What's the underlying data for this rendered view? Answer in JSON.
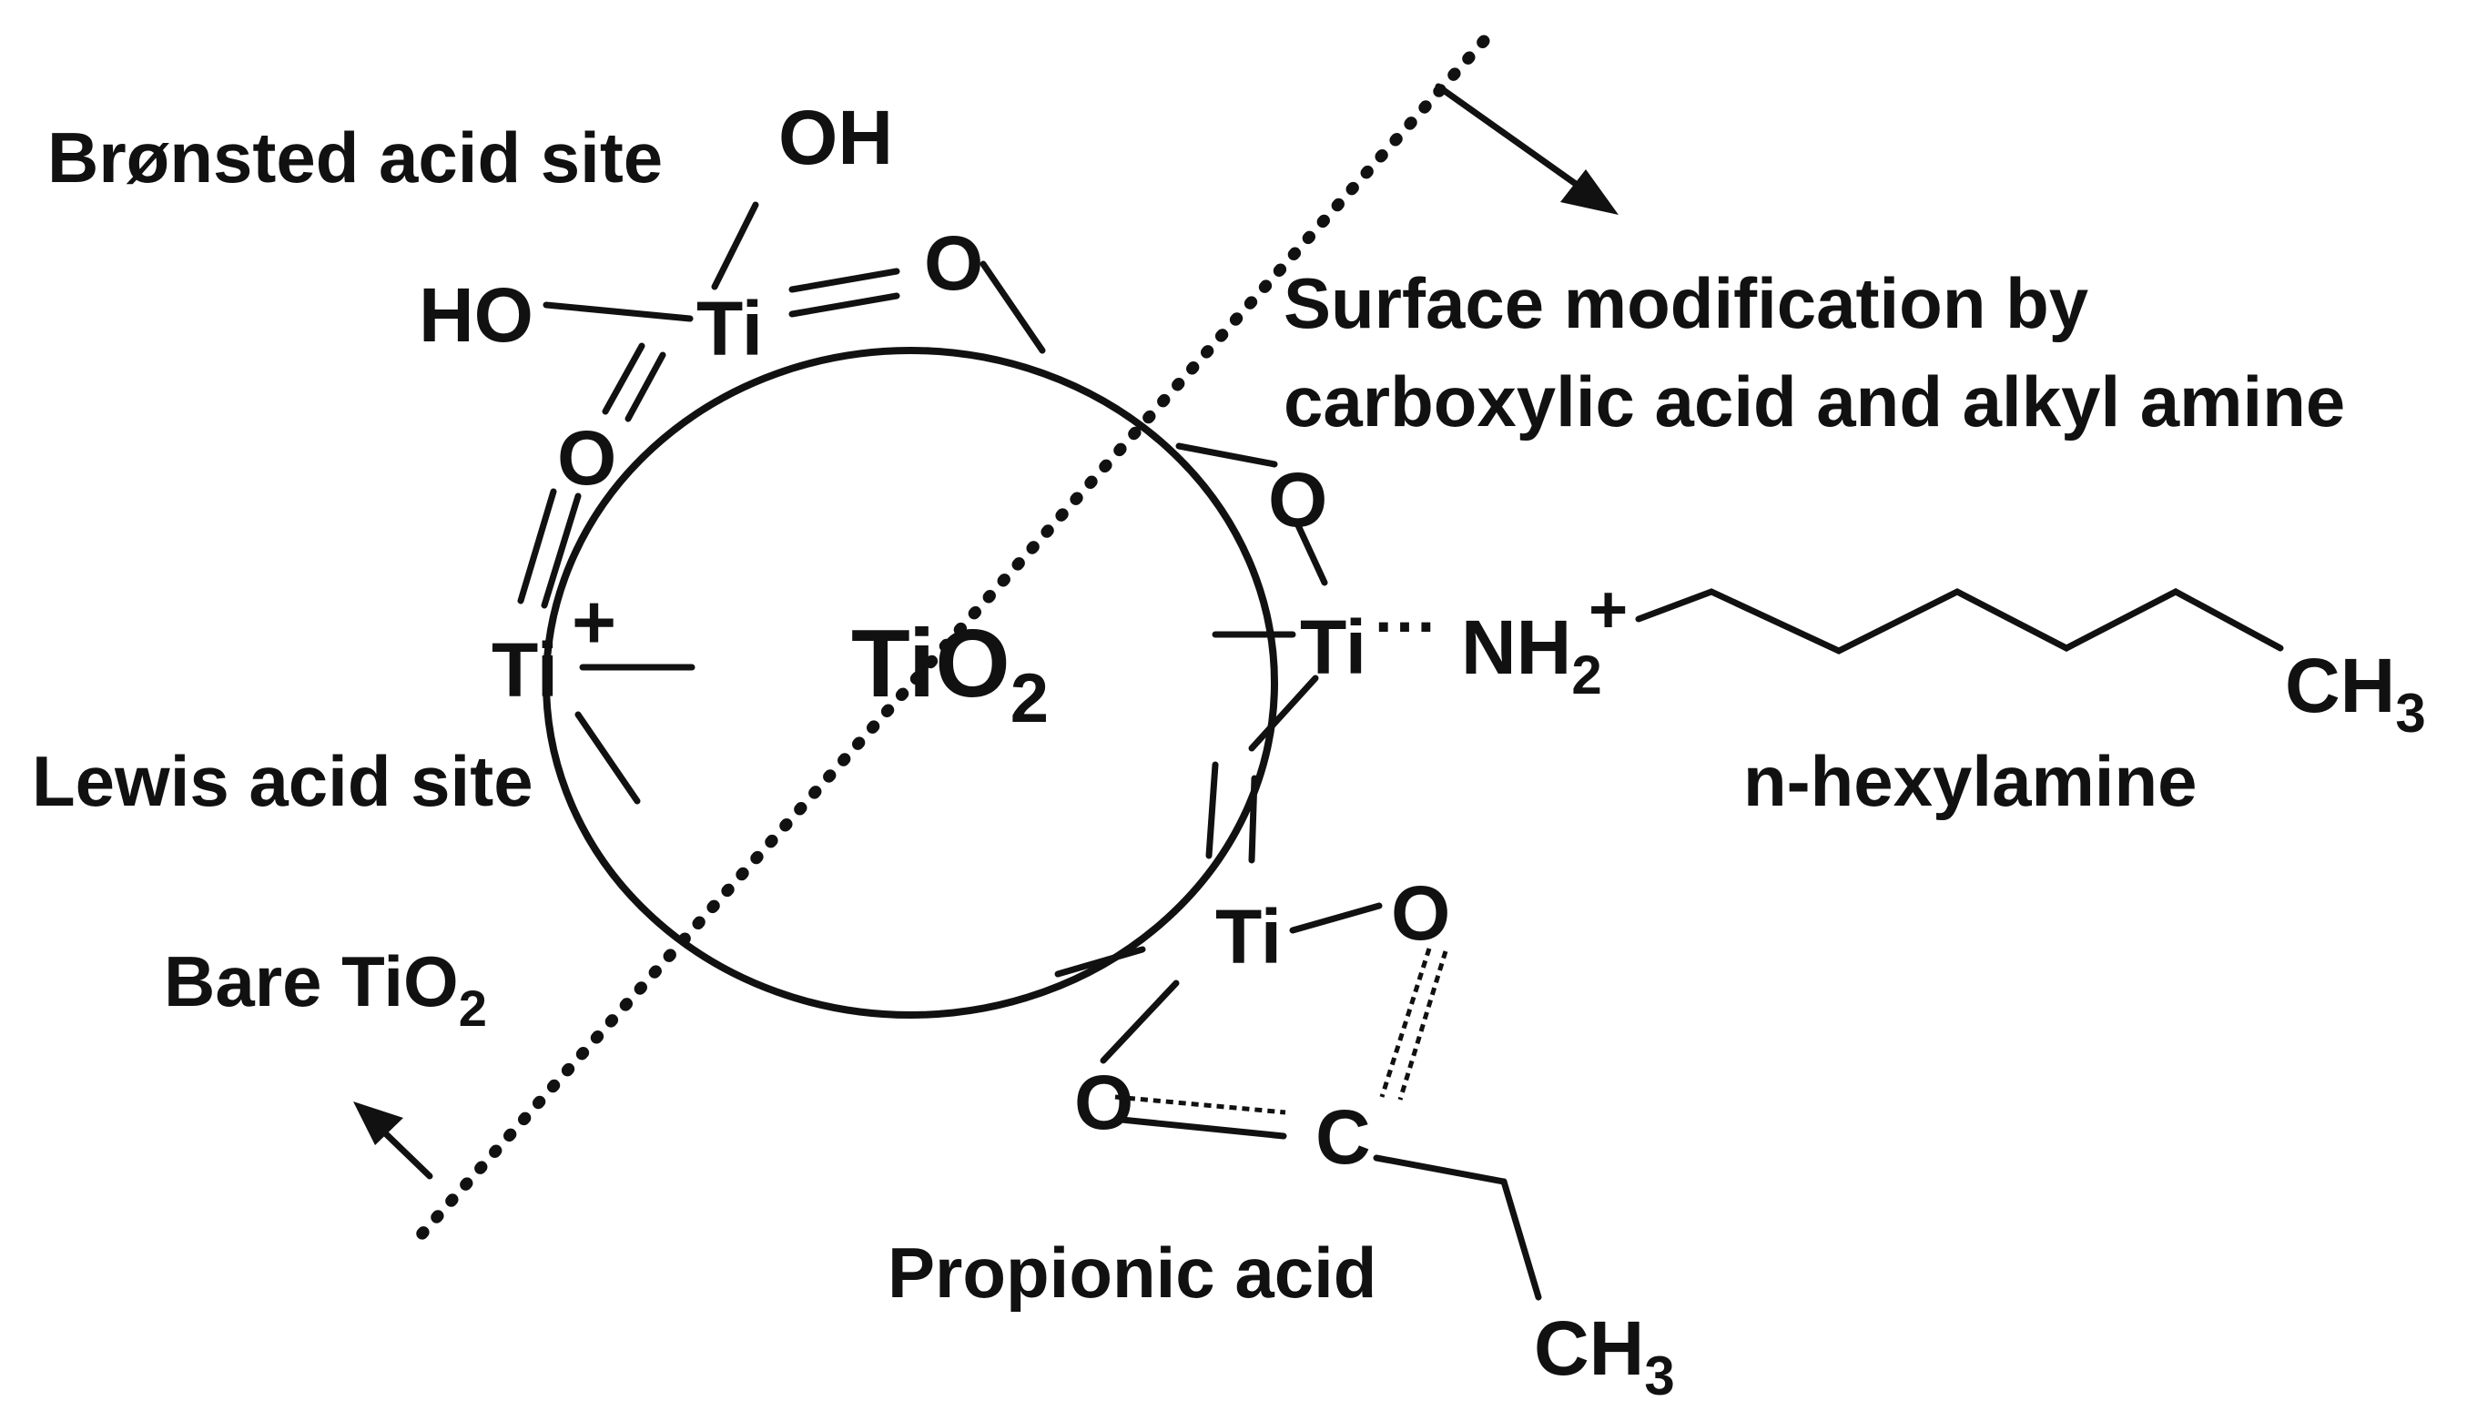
{
  "labels": {
    "bronsted": "Brønsted acid site",
    "lewis": "Lewis acid site",
    "bare": "Bare TiO",
    "bare_sub": "2",
    "surface_line1": "Surface modification by",
    "surface_line2": "carboxylic acid and alkyl amine",
    "hexylamine": "n-hexylamine",
    "propionic": "Propionic acid"
  },
  "atoms": {
    "oh": "OH",
    "ho": "HO",
    "ti": "Ti",
    "o": "O",
    "c": "C",
    "plus": "+",
    "tio2_main": "TiO",
    "tio2_sub": "2",
    "nh": "NH",
    "nh_sub": "2",
    "ch": "CH",
    "ch_sub": "3",
    "dots": "···"
  }
}
